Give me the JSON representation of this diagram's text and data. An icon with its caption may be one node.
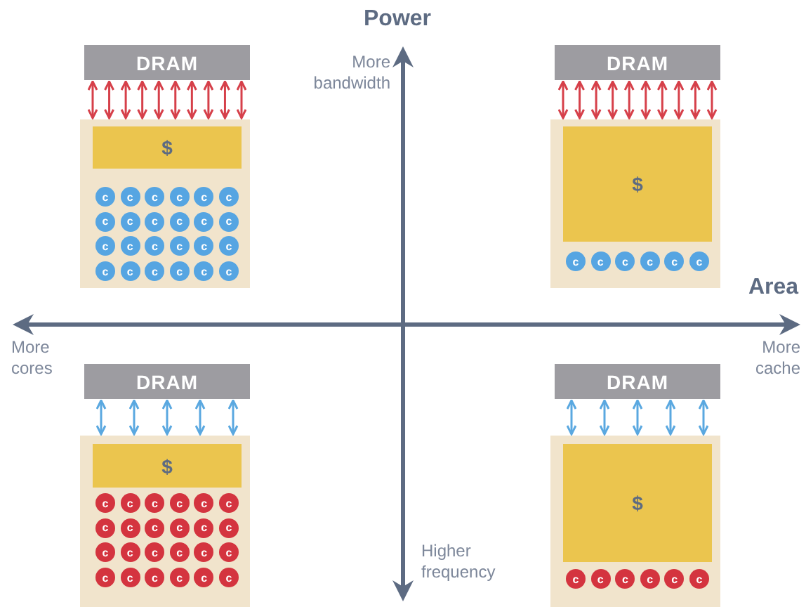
{
  "diagram": {
    "nodes": [
      {
        "text": [
          "DRAM"
        ]
      },
      {
        "text": [],
        "shape": "box"
      },
      {
        "text": [
          "$"
        ],
        "in": 1
      },
      {
        "text": [
          "c"
        ],
        "in": 1
      },
      {
        "text": [
          "c"
        ],
        "in": 1
      },
      {
        "text": [
          "c"
        ],
        "in": 1
      },
      {
        "text": [
          "c"
        ],
        "in": 1
      },
      {
        "text": [
          "c"
        ],
        "in": 1
      },
      {
        "text": [
          "c"
        ],
        "in": 1
      },
      {
        "text": [
          "c"
        ],
        "in": 1
      },
      {
        "text": [
          "c"
        ],
        "in": 1
      },
      {
        "text": [
          "c"
        ],
        "in": 1
      },
      {
        "text": [
          "c"
        ],
        "in": 1
      },
      {
        "text": [
          "c"
        ],
        "in": 1
      },
      {
        "text": [
          "c"
        ],
        "in": 1
      },
      {
        "text": [
          "c"
        ],
        "in": 1
      },
      {
        "text": [
          "c"
        ],
        "in": 1
      },
      {
        "text": [
          "c"
        ],
        "in": 1
      },
      {
        "text": [
          "c"
        ],
        "in": 1
      },
      {
        "text": [
          "c"
        ],
        "in": 1
      },
      {
        "text": [
          "c"
        ],
        "in": 1
      },
      {
        "text": [
          "c"
        ],
        "in": 1
      },
      {
        "text": [
          "c"
        ],
        "in": 1
      },
      {
        "text": [
          "c"
        ],
        "in": 1
      },
      {
        "text": [
          "c"
        ],
        "in": 1
      },
      {
        "text": [
          "c"
        ],
        "in": 1
      },
      {
        "text": [
          "c"
        ],
        "in": 1
      },
      {
        "text": [
          "DRAM"
        ]
      },
      {
        "text": [],
        "shape": "box"
      },
      {
        "text": [
          "$"
        ],
        "in": 28
      },
      {
        "text": [
          "c"
        ],
        "in": 28
      },
      {
        "text": [
          "c"
        ],
        "in": 28
      },
      {
        "text": [
          "c"
        ],
        "in": 28
      },
      {
        "text": [
          "c"
        ],
        "in": 28
      },
      {
        "text": [
          "c"
        ],
        "in": 28
      },
      {
        "text": [
          "c"
        ],
        "in": 28
      },
      {
        "text": [
          "DRAM"
        ]
      },
      {
        "text": [],
        "shape": "box"
      },
      {
        "text": [
          "$"
        ],
        "in": 37
      },
      {
        "text": [
          "c"
        ],
        "in": 37
      },
      {
        "text": [
          "c"
        ],
        "in": 37
      },
      {
        "text": [
          "c"
        ],
        "in": 37
      },
      {
        "text": [
          "c"
        ],
        "in": 37
      },
      {
        "text": [
          "c"
        ],
        "in": 37
      },
      {
        "text": [
          "c"
        ],
        "in": 37
      },
      {
        "text": [
          "c"
        ],
        "in": 37
      },
      {
        "text": [
          "c"
        ],
        "in": 37
      },
      {
        "text": [
          "c"
        ],
        "in": 37
      },
      {
        "text": [
          "c"
        ],
        "in": 37
      },
      {
        "text": [
          "c"
        ],
        "in": 37
      },
      {
        "text": [
          "c"
        ],
        "in": 37
      },
      {
        "text": [
          "c"
        ],
        "in": 37
      },
      {
        "text": [
          "c"
        ],
        "in": 37
      },
      {
        "text": [
          "c"
        ],
        "in": 37
      },
      {
        "text": [
          "c"
        ],
        "in": 37
      },
      {
        "text": [
          "c"
        ],
        "in": 37
      },
      {
        "text": [
          "c"
        ],
        "in": 37
      },
      {
        "text": [
          "c"
        ],
        "in": 37
      },
      {
        "text": [
          "c"
        ],
        "in": 37
      },
      {
        "text": [
          "c"
        ],
        "in": 37
      },
      {
        "text": [
          "c"
        ],
        "in": 37
      },
      {
        "text": [
          "c"
        ],
        "in": 37
      },
      {
        "text": [
          "c"
        ],
        "in": 37
      },
      {
        "text": [
          "DRAM"
        ]
      },
      {
        "text": [],
        "shape": "box"
      },
      {
        "text": [
          "$"
        ],
        "in": 64
      },
      {
        "text": [
          "c"
        ],
        "in": 64
      },
      {
        "text": [
          "c"
        ],
        "in": 64
      },
      {
        "text": [
          "c"
        ],
        "in": 64
      },
      {
        "text": [
          "c"
        ],
        "in": 64
      },
      {
        "text": [
          "c"
        ],
        "in": 64
      },
      {
        "text": [
          "c"
        ],
        "in": 64
      }
    ],
    "edges": [
      {
        "from": 0,
        "to": 1,
        "arrow": "both"
      },
      {
        "from": 0,
        "to": 1,
        "arrow": "both"
      },
      {
        "from": 0,
        "to": 1,
        "arrow": "both"
      },
      {
        "from": 0,
        "to": 1,
        "arrow": "both"
      },
      {
        "from": 0,
        "to": 1,
        "arrow": "both"
      },
      {
        "from": 0,
        "to": 1,
        "arrow": "both"
      },
      {
        "from": 0,
        "to": 1,
        "arrow": "both"
      },
      {
        "from": 0,
        "to": 1,
        "arrow": "both"
      },
      {
        "from": 0,
        "to": 1,
        "arrow": "both"
      },
      {
        "from": 0,
        "to": 1,
        "arrow": "both"
      },
      {
        "from": 27,
        "to": 28,
        "arrow": "both"
      },
      {
        "from": 27,
        "to": 28,
        "arrow": "both"
      },
      {
        "from": 27,
        "to": 28,
        "arrow": "both"
      },
      {
        "from": 27,
        "to": 28,
        "arrow": "both"
      },
      {
        "from": 27,
        "to": 28,
        "arrow": "both"
      },
      {
        "from": 27,
        "to": 28,
        "arrow": "both"
      },
      {
        "from": 27,
        "to": 28,
        "arrow": "both"
      },
      {
        "from": 27,
        "to": 28,
        "arrow": "both"
      },
      {
        "from": 27,
        "to": 28,
        "arrow": "both"
      },
      {
        "from": 27,
        "to": 28,
        "arrow": "both"
      },
      {
        "from": 36,
        "to": 37,
        "arrow": "both",
        "color": "#5aa8e0"
      },
      {
        "from": 36,
        "to": 37,
        "arrow": "both",
        "color": "#5aa8e0"
      },
      {
        "from": 36,
        "to": 37,
        "arrow": "both",
        "color": "#5aa8e0"
      },
      {
        "from": 36,
        "to": 37,
        "arrow": "both",
        "color": "#5aa8e0"
      },
      {
        "from": 36,
        "to": 37,
        "arrow": "both",
        "color": "#5aa8e0"
      },
      {
        "from": 63,
        "to": 64,
        "arrow": "both",
        "color": "#5aa8e0"
      },
      {
        "from": 63,
        "to": 64,
        "arrow": "both",
        "color": "#5aa8e0"
      },
      {
        "from": 63,
        "to": 64,
        "arrow": "both",
        "color": "#5aa8e0"
      },
      {
        "from": 63,
        "to": 64,
        "arrow": "both",
        "color": "#5aa8e0"
      },
      {
        "from": 63,
        "to": 64,
        "arrow": "both",
        "color": "#5aa8e0"
      }
    ],
    "labels": [
      "Power",
      "More bandwidth",
      "Area",
      "More cores",
      "More cache",
      "Higher frequency"
    ]
  }
}
